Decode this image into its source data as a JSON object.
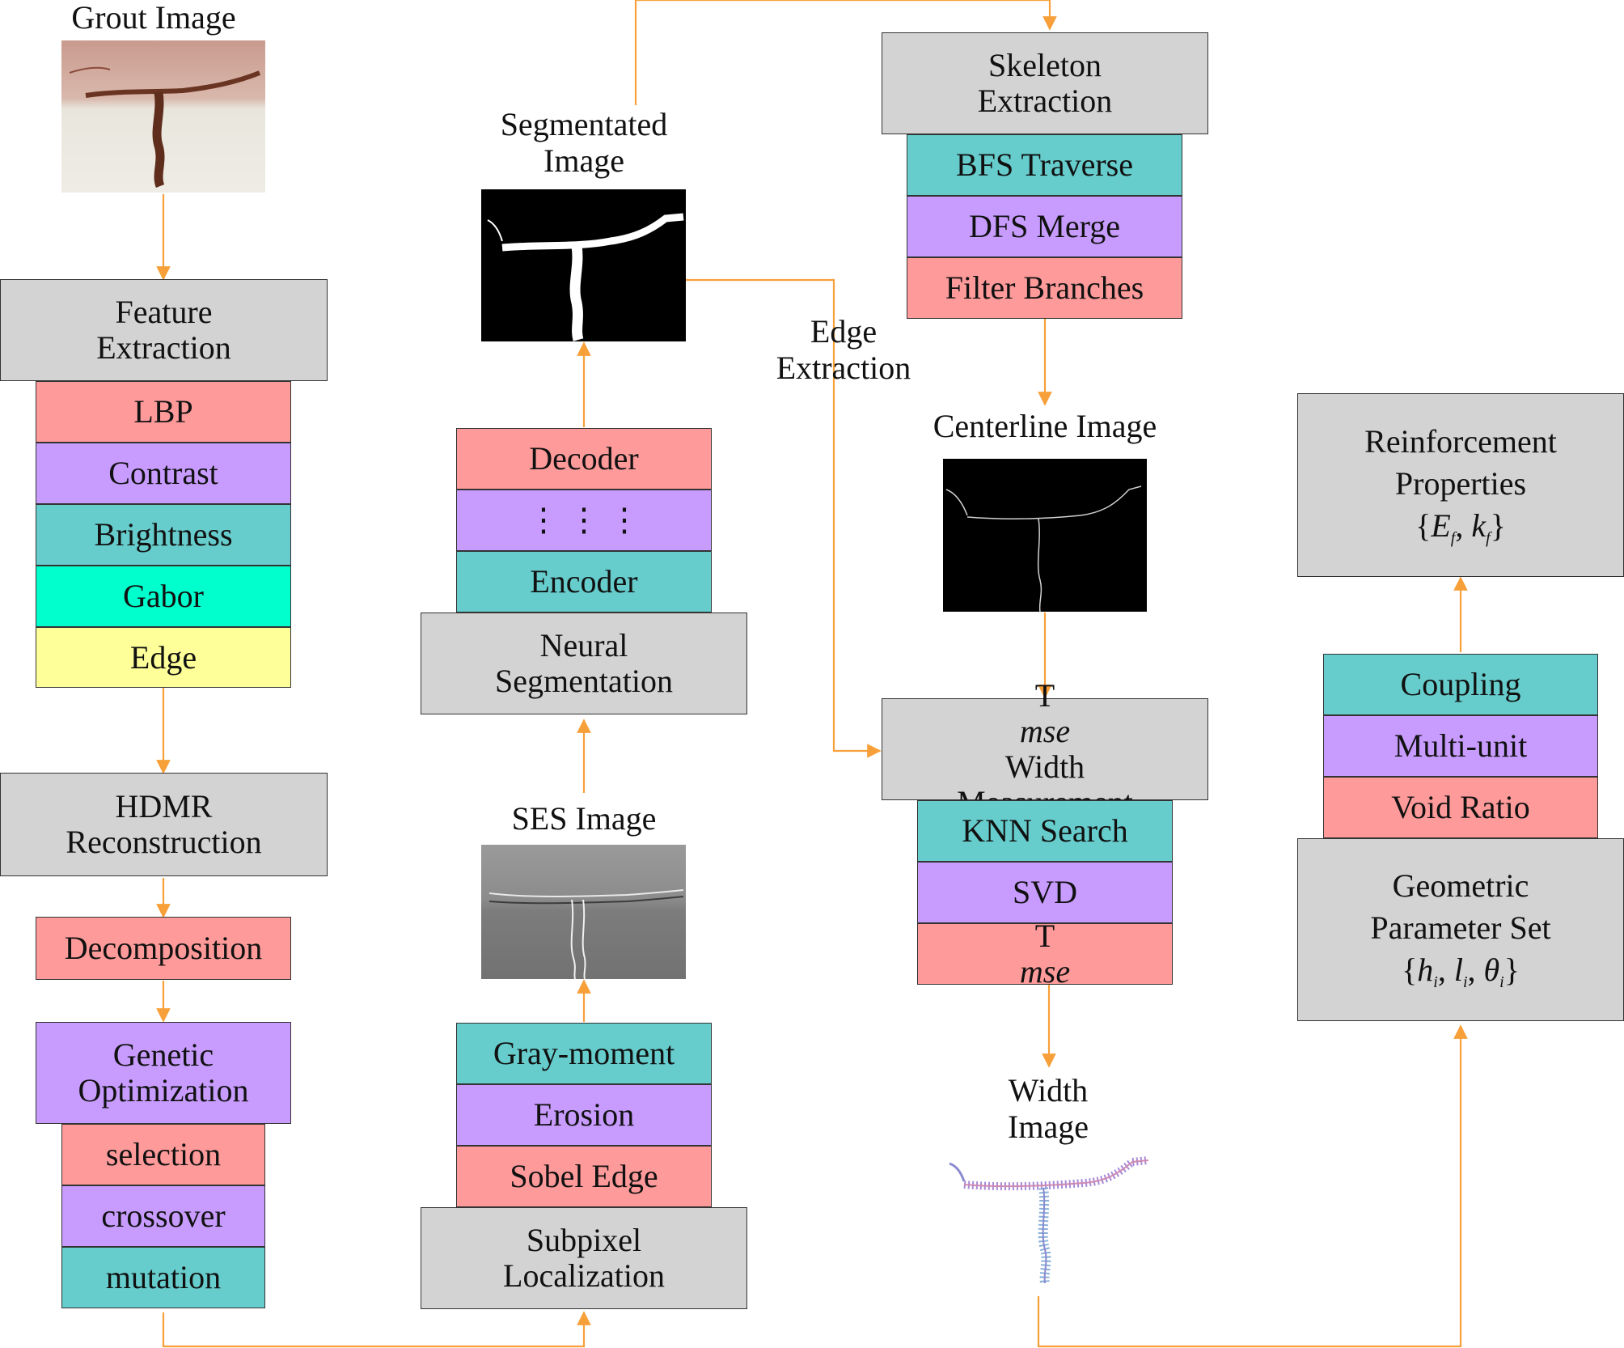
{
  "colors": {
    "arrow": "#f7a03a",
    "gray": "#d3d3d3",
    "red": "#fe9a9a",
    "purple": "#c89cff",
    "teal": "#66cccc",
    "aqua": "#00ffcc",
    "yellow": "#ffff99"
  },
  "col1": {
    "grout_title": "Grout Image",
    "feature": {
      "line1": "Feature",
      "line2": "Extraction",
      "items": [
        "LBP",
        "Contrast",
        "Brightness",
        "Gabor",
        "Edge"
      ]
    },
    "hdmr": {
      "line1": "HDMR",
      "line2": "Reconstruction"
    },
    "decomposition": "Decomposition",
    "genetic": {
      "line1": "Genetic",
      "line2": "Optimization",
      "items": [
        "selection",
        "crossover",
        "mutation"
      ]
    }
  },
  "col2": {
    "segmented_title": {
      "line1": "Segmentated",
      "line2": "Image"
    },
    "decoder": "Decoder",
    "dots": "⋮ ⋮ ⋮",
    "encoder": "Encoder",
    "neural": {
      "line1": "Neural",
      "line2": "Segmentation"
    },
    "ses_title": "SES Image",
    "subpixel_items": [
      "Gray-moment",
      "Erosion",
      "Sobel Edge"
    ],
    "subpixel": {
      "line1": "Subpixel",
      "line2": "Localization"
    },
    "edge_extraction": {
      "line1": "Edge",
      "line2": "Extraction"
    }
  },
  "col3": {
    "skeleton": {
      "line1": "Skeleton",
      "line2": "Extraction",
      "items": [
        "BFS Traverse",
        "DFS Merge",
        "Filter Branches"
      ]
    },
    "centerline_title": "Centerline Image",
    "tmse": {
      "line1_prefix": "T",
      "line1_italic": "mse",
      "line1_suffix": " Width",
      "line2": "Measurement",
      "items": [
        "KNN Search",
        "SVD"
      ],
      "tmse_prefix": "T",
      "tmse_italic": "mse"
    },
    "width_title": {
      "line1": "Width",
      "line2": "Image"
    }
  },
  "col4": {
    "reinforcement": {
      "line1": "Reinforcement",
      "line2": "Properties"
    },
    "coupling_items": [
      "Coupling",
      "Multi-unit",
      "Void Ratio"
    ],
    "geometric": {
      "line1": "Geometric",
      "line2": "Parameter Set"
    }
  }
}
